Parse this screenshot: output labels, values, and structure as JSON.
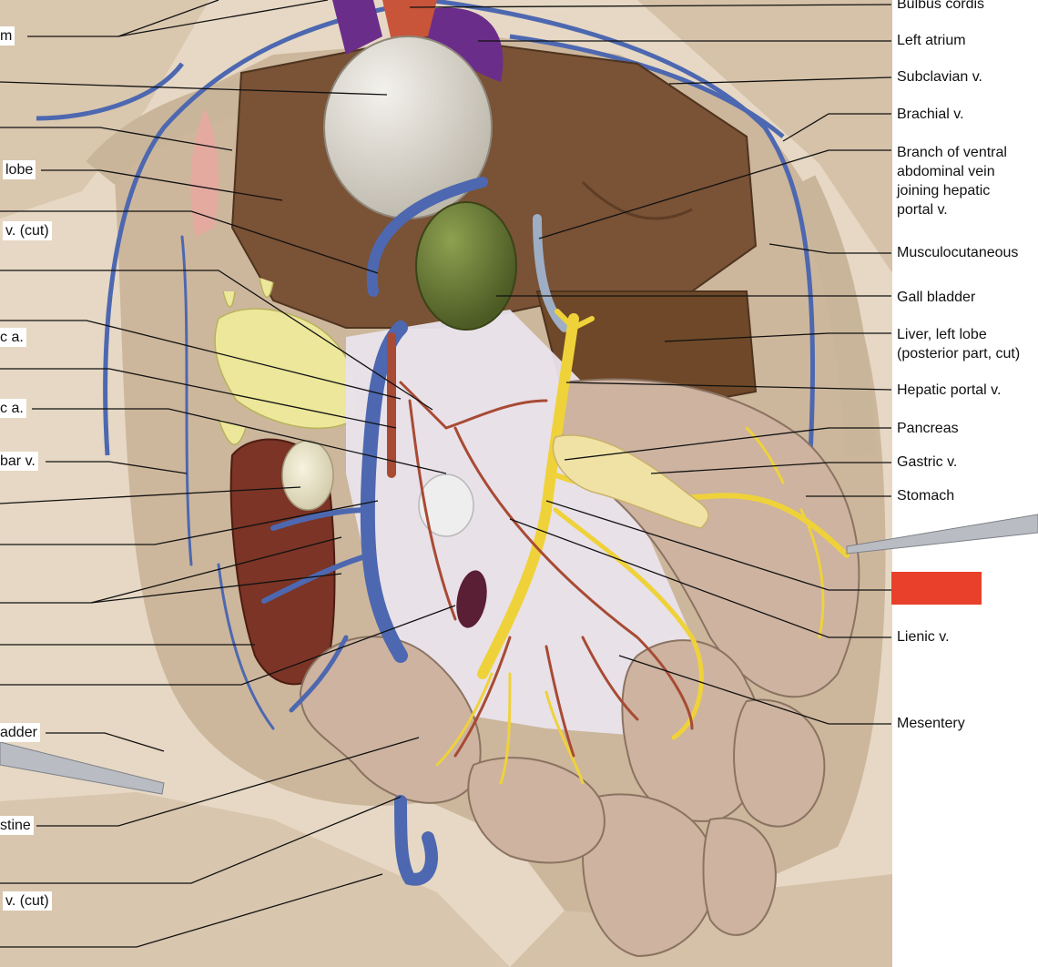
{
  "labels": {
    "bulbus_cordis": "Bulbus cordis",
    "left_atrium": "Left atrium",
    "subclavian_v": "Subclavian v.",
    "brachial_v": "Brachial v.",
    "branch_ventral": "Branch of ventral\nabdominal vein\njoining hepatic\nportal v.",
    "musculocutaneous": "Musculocutaneous",
    "gall_bladder": "Gall bladder",
    "liver_left_lobe": "Liver, left lobe\n(posterior part, cut)",
    "hepatic_portal_v": "Hepatic portal v.",
    "pancreas": "Pancreas",
    "gastric_v": "Gastric v.",
    "stomach": "Stomach",
    "lienic_v": "Lienic v.",
    "mesentery": "Mesentery",
    "left_m": "m",
    "left_lobe": "lobe",
    "left_v_cut_top": "v. (cut)",
    "left_c_a_1": "c a.",
    "left_c_a_2": "c a.",
    "left_bar_v": "bar v.",
    "left_adder": "adder",
    "left_stine": "stine",
    "left_v_cut_bottom": "v. (cut)"
  },
  "colors": {
    "redaction_box": "#e8402a",
    "vein": "#4d68b0",
    "artery": "#a84a34",
    "portal": "#efd23a",
    "liver": "#7a5236",
    "heart_ventricle": "#dedad2",
    "atrium": "#6b2d8a",
    "gall_bladder": "#5e6f2e",
    "kidney": "#7b3425",
    "intestine": "#cdb3a0",
    "body_wall": "#d8c8b2",
    "mesentery": "#e9e3ec"
  }
}
